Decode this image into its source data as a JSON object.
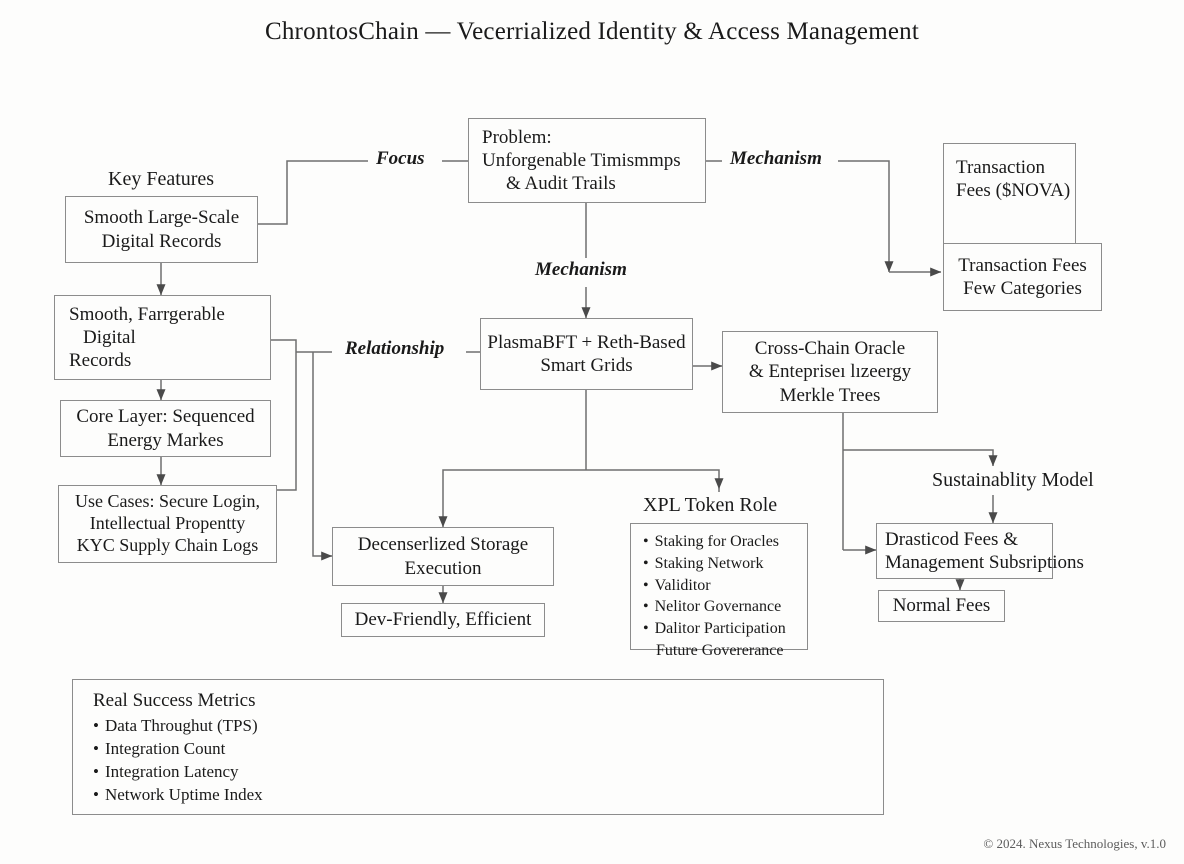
{
  "title": "ChrontosChain — Vecerrialized Identity & Access Management",
  "footer": "© 2024. Nexus Technologies, v.1.0",
  "captions": {
    "key_features": "Key Features",
    "xpl_token_role": "XPL Token Role",
    "sustainability_model": "Sustainablity Model"
  },
  "edge_labels": {
    "focus": "Focus",
    "mechanism_top": "Mechanism",
    "mechanism_center": "Mechanism",
    "relationship": "Relationship"
  },
  "nodes": {
    "smooth_large_scale": {
      "line1": "Smooth Large-Scale",
      "line2": "Digital Records"
    },
    "smooth_forgeable": {
      "line1": "Smooth, Farrgerable",
      "line2": "Digital",
      "line3": "Records"
    },
    "core_layer": {
      "line1": "Core Layer: Sequenced",
      "line2": "Energy Markes"
    },
    "use_cases": {
      "line1": "Use Cases:  Secure Login,",
      "line2": "Intellectual    Propentty",
      "line3": "KYC Supply Chain Logs"
    },
    "problem": {
      "line1": "Problem:",
      "line2": "Unforgenable Timismmps",
      "line3": "& Audit Trails"
    },
    "plasma_bft": {
      "line1": "PlasmaBFT + Reth-Based",
      "line2": "Smart Grids"
    },
    "cross_chain_oracle": {
      "line1": "Cross-Chain Oracle",
      "line2": "& Entepriseı lızeergy",
      "line3": "Merkle Trees"
    },
    "transaction_fees_nova": {
      "line1": "Transaction",
      "line2": "Fees ($NOVA)"
    },
    "transaction_fees_categories": {
      "line1": "Transaction Fees",
      "line2": "Few Categories"
    },
    "decentralized_storage": {
      "line1": "Decenserlized Storage",
      "line2": "Execution"
    },
    "dev_friendly": {
      "line1": "Dev-Friendly, Efficient"
    },
    "drasticod_fees": {
      "line1": "Drasticod Fees &",
      "line2": "Management Subsriptions"
    },
    "normal_fees": {
      "line1": "Normal Fees"
    }
  },
  "xpl_token_items": [
    {
      "text": "Staking for Oracles",
      "bullet": true
    },
    {
      "text": "Staking Network",
      "bullet": true
    },
    {
      "text": "Validitor",
      "bullet": true
    },
    {
      "text": "Nelitor Governance",
      "bullet": true
    },
    {
      "text": "Dalitor Participation",
      "bullet": true
    },
    {
      "text": "Future Govererance",
      "bullet": false
    }
  ],
  "metrics_panel": {
    "heading": "Real Success Metrics",
    "items": [
      {
        "text": "Data Throughut (TPS)",
        "bullet": true
      },
      {
        "text": "Integration Count",
        "bullet": true
      },
      {
        "text": "Integration Latency",
        "bullet": true
      },
      {
        "text": "Network Uptime Index",
        "bullet": true
      }
    ]
  },
  "colors": {
    "background": "#fdfdfc",
    "box_border": "#8c8c8c",
    "wire": "#6f6f6f",
    "text": "#1a1a1a",
    "footer_text": "#5c5c5c"
  }
}
